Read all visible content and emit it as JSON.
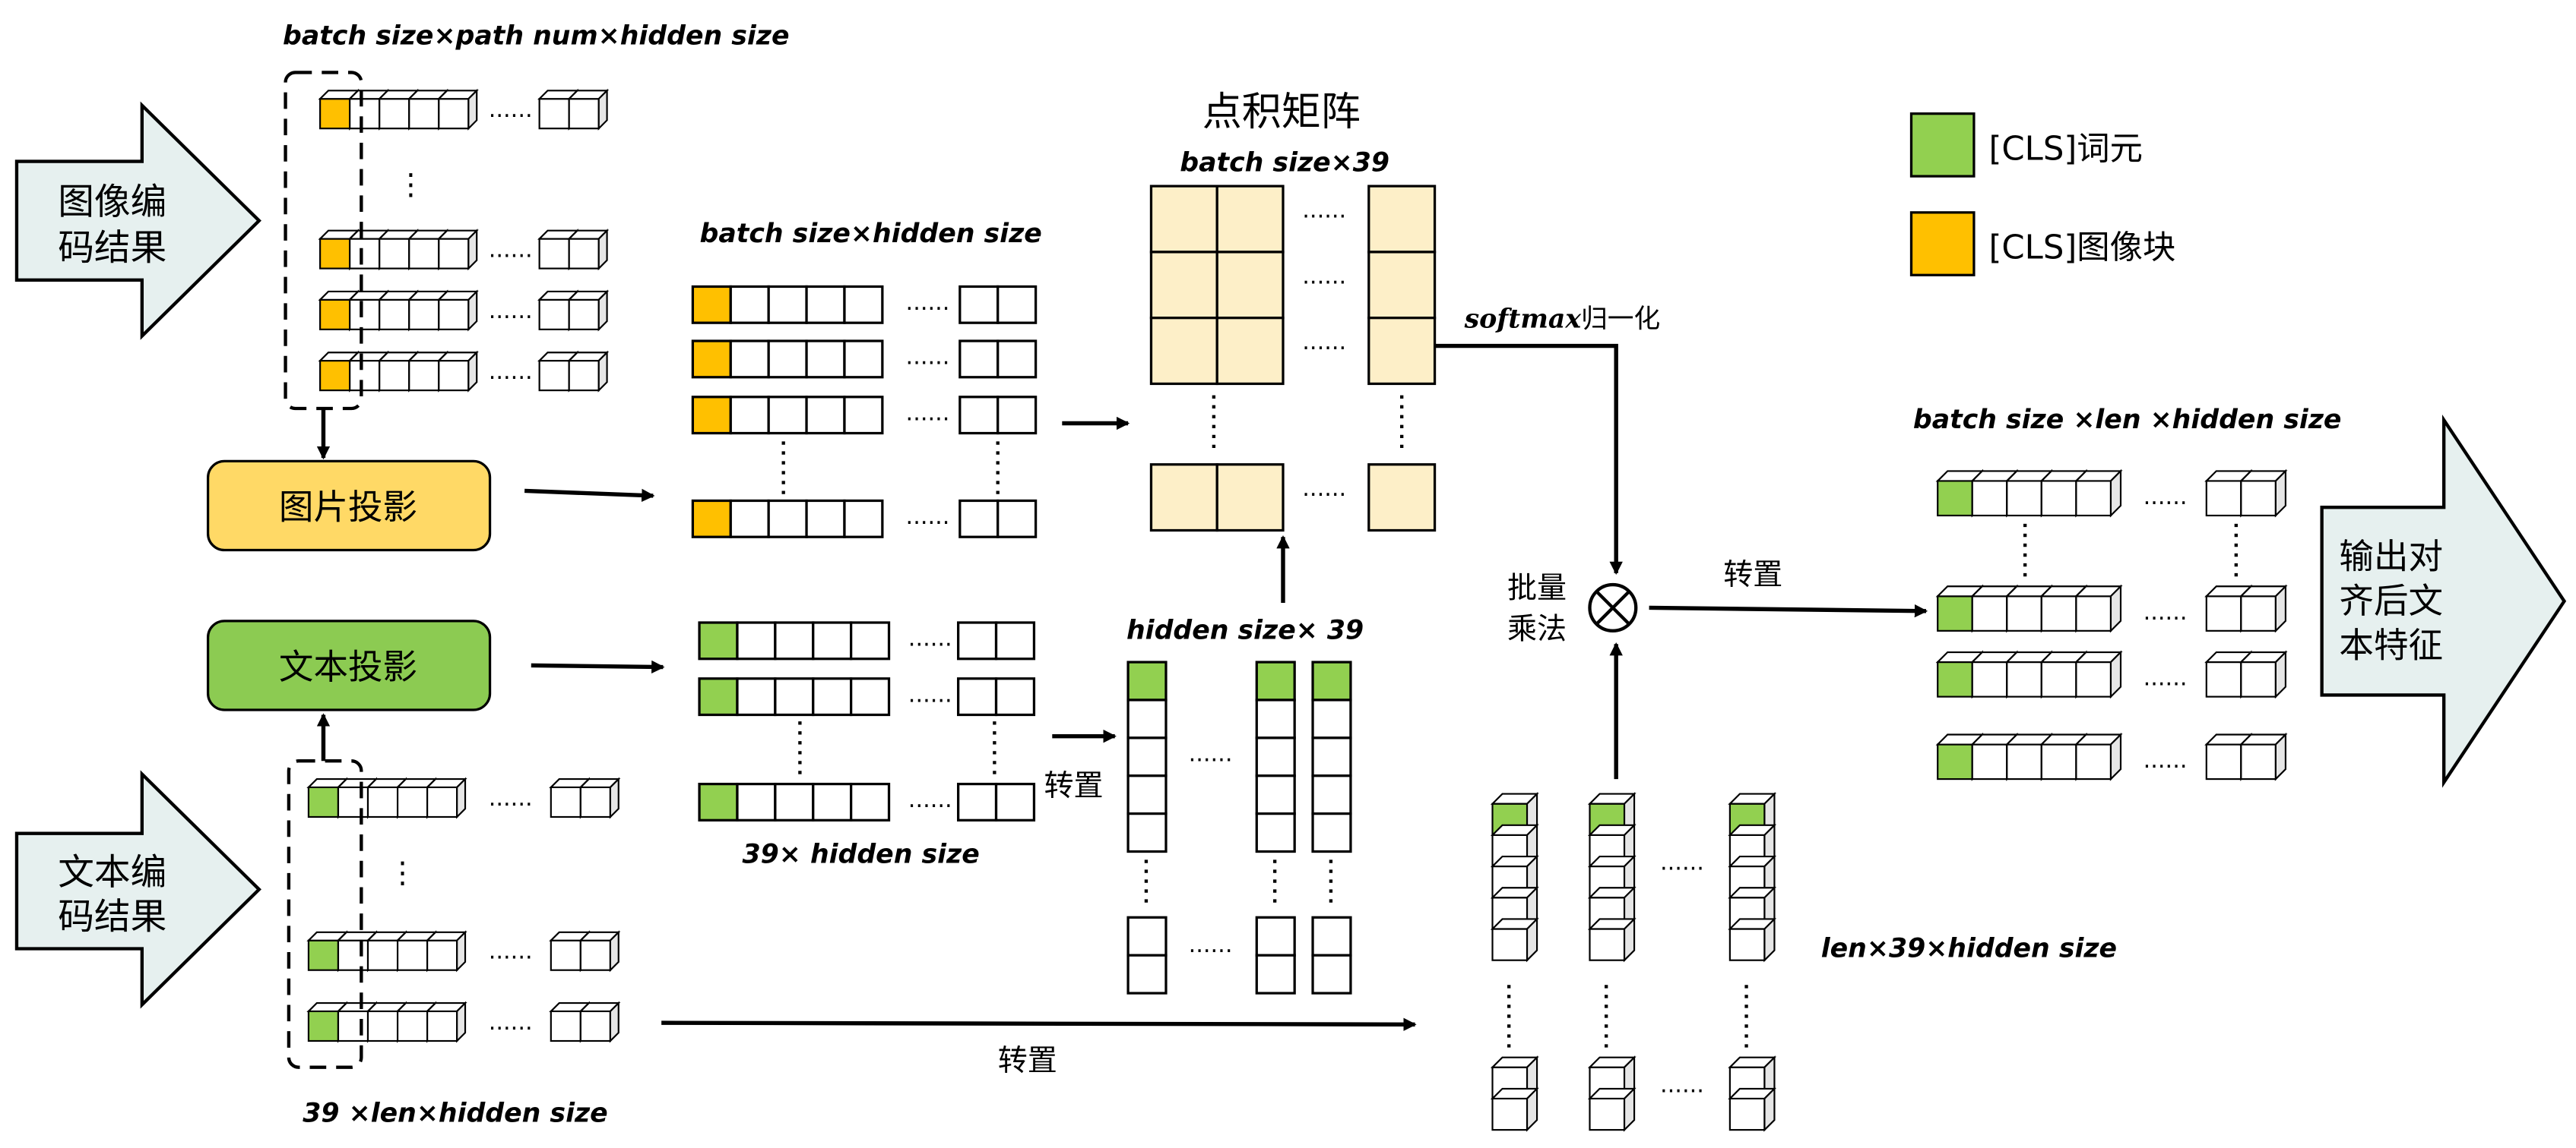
{
  "labels": {
    "image_encoding": [
      "图像编",
      "码结果"
    ],
    "text_encoding": [
      "文本编",
      "码结果"
    ],
    "output": [
      "输出对",
      "齐后文",
      "本特征"
    ],
    "image_projection": "图片投影",
    "text_projection": "文本投影",
    "dot_product_matrix": "点积矩阵",
    "softmax_bold": "softmax",
    "softmax_rest": "归一化",
    "batch_multiply": [
      "批量",
      "乘法"
    ],
    "transpose": "转置"
  },
  "shapes": {
    "batch_path_hidden": "batch size×path num×hidden size",
    "batch_hidden": "batch size×hidden size",
    "batch_39": "batch size×39",
    "hidden_39": "hidden size× 39",
    "n39_hidden": "39× hidden size",
    "n39_len_hidden": "39 ×len×hidden size",
    "len_39_hidden": "len×39×hidden size",
    "batch_len_hidden": "batch size ×len ×hidden size"
  },
  "legend": [
    {
      "label": "[CLS]词元",
      "color": "#92D050"
    },
    {
      "label": "[CLS]图像块",
      "color": "#FFC000"
    }
  ],
  "colors": {
    "green": "#92D050",
    "orange": "#FFC000",
    "matrix_fill": "#FDEFC8",
    "image_proj_fill": "#FFD966",
    "text_proj_fill": "#8CCB52",
    "arrow_fill": "#E6F0EF"
  },
  "glyphs": {
    "dots_h": "······",
    "dots_v": "⋮",
    "otimes": "⊗"
  }
}
